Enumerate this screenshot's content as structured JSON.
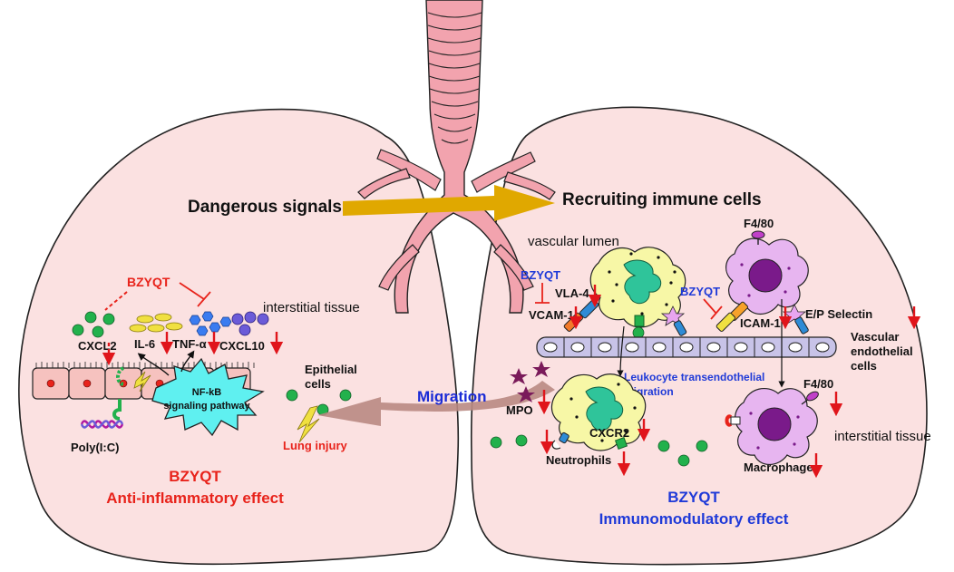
{
  "colors": {
    "lung_fill": "#fbe1e1",
    "outline": "#222222",
    "airway": "#f2a3ae",
    "arrow_gold": "#e0a800",
    "arrow_brown": "#b98a83",
    "down_red": "#e0151b",
    "red_text": "#e8231b",
    "blue_text": "#1a2bd6",
    "blue_label": "#1f3ad8",
    "green_dot": "#22b14c",
    "cell_body": "#f6c2bf",
    "cyan_burst": "#5ff0f0",
    "neutrophil": "#f7f7a6",
    "macrophage": "#e7b5f0",
    "nucleus": "#7a1a8a",
    "ellipse_yellow": "#f0e040",
    "hex_blue": "#3a7cf0",
    "purple_dot": "#6b5bd8",
    "mpo_star": "#7a1a5a"
  },
  "top": {
    "dangerous_signals": "Dangerous signals",
    "recruiting_immune_cells": "Recruiting immune cells"
  },
  "left": {
    "bzyqt": "BZYQT",
    "interstitial_tissue": "interstitial tissue",
    "cxcl2": "CXCL2",
    "il6": "IL-6",
    "tnfa": "TNF-α",
    "cxcl10": "CXCL10",
    "nfkb": "NF-kB\nsignaling pathway",
    "poly": "Poly(I:C)",
    "epithelial_cells": "Epithelial\ncells",
    "lung_injury": "Lung injury",
    "title_bzyqt": "BZYQT",
    "title_effect": "Anti-inflammatory effect"
  },
  "center": {
    "migration": "Migration"
  },
  "right": {
    "vascular_lumen": "vascular lumen",
    "bzyqt_1": "BZYQT",
    "vla4": "VLA-4",
    "vcam1": "VCAM-1",
    "bzyqt_2": "BZYQT",
    "icam1": "ICAM-1",
    "f480_top": "F4/80",
    "ep_selectin": "E/P Selectin",
    "vascular_endothelial_cells": "Vascular\nendothelial\ncells",
    "leukocyte_migration": "Leukocyte transendothelial\nmigration",
    "mpo": "MPO",
    "cxcr2": "CXCR2",
    "neutrophils": "Neutrophils",
    "f480_bottom": "F4/80",
    "interstitial_tissue": "interstitial tissue",
    "macrophages": "Macrophages",
    "title_bzyqt": "BZYQT",
    "title_effect": "Immunomodulatory effect"
  }
}
